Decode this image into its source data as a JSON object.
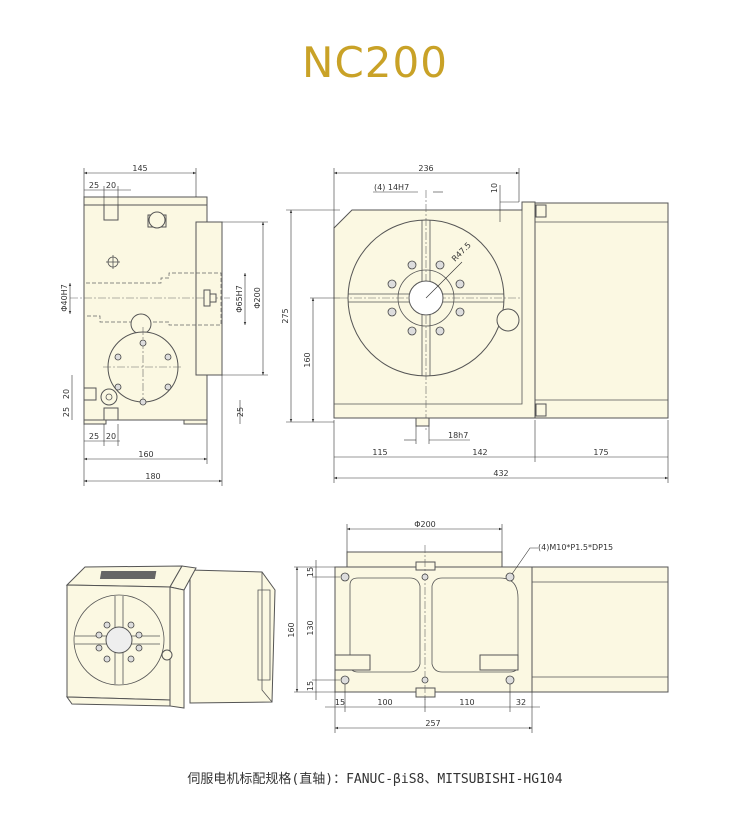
{
  "title": "NC200",
  "colors": {
    "title": "#c9a227",
    "body_fill": "#fbf8e2",
    "line": "#555555"
  },
  "side_view": {
    "dims": {
      "width_145": "145",
      "top_25": "25",
      "top_20": "20",
      "bore_40": "Φ40H7",
      "bore_65": "Φ65H7",
      "flange_200": "Φ200",
      "left_20": "20",
      "left_25": "25",
      "right_25": "25",
      "bottom_25": "25",
      "bottom_20": "20",
      "base_160": "160",
      "overall_180": "180"
    }
  },
  "front_view": {
    "dims": {
      "width_236": "236",
      "slot_14": "(4) 14H7",
      "ten": "10",
      "radius": "R47.5",
      "height_275": "275",
      "center_160": "160",
      "key_18": "18h7",
      "left_115": "115",
      "mid_142": "142",
      "motor_175": "175",
      "overall_432": "432"
    }
  },
  "bottom_view": {
    "dims": {
      "dia_200": "Φ200",
      "tap_note": "(4)M10*P1.5*DP15",
      "top_15": "15",
      "mid_130": "130",
      "bottom_15": "15",
      "height_160": "160",
      "x_15": "15",
      "x_100": "100",
      "x_110": "110",
      "x_32": "32",
      "overall_257": "257"
    }
  },
  "spec_text": "伺服电机标配规格(直轴)：FANUC-βiS8、MITSUBISHI-HG104"
}
